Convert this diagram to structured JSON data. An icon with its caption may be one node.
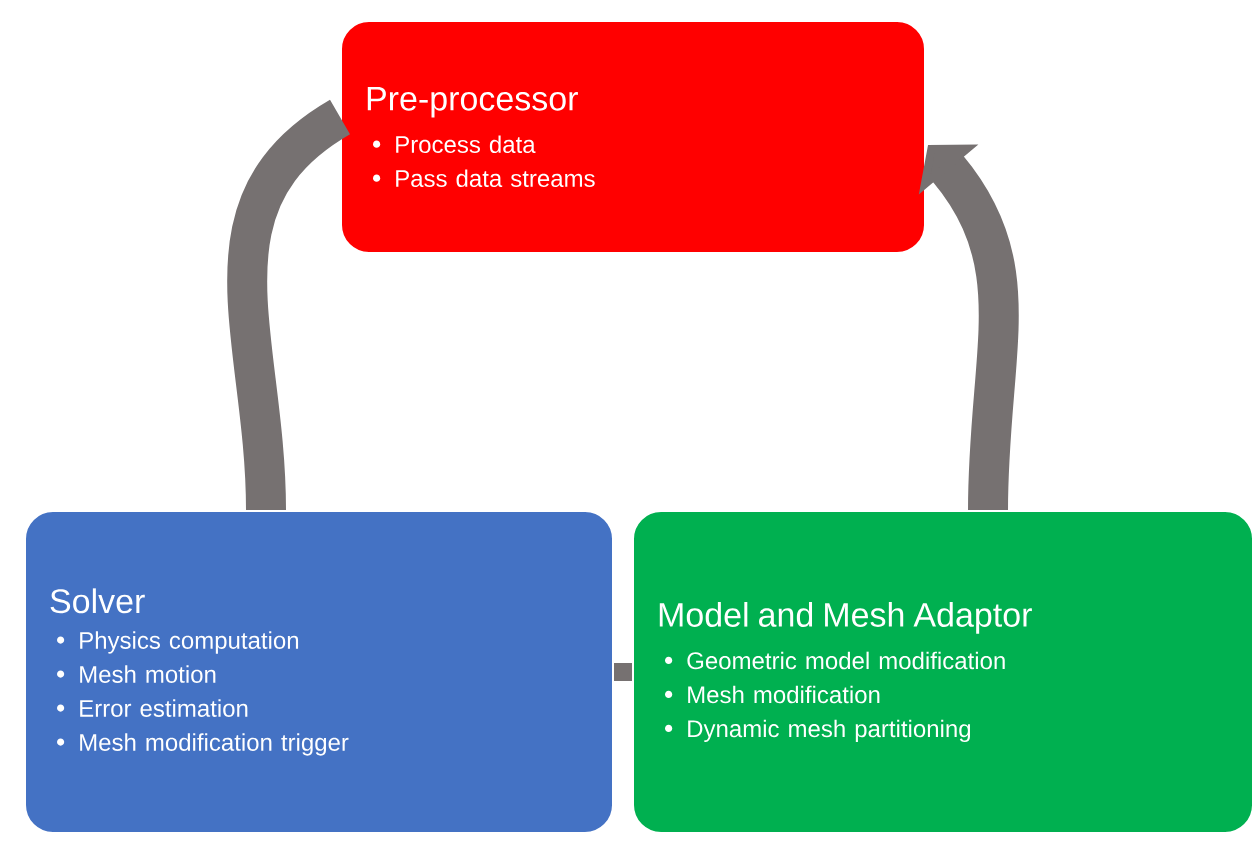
{
  "diagram": {
    "nodes": [
      {
        "text": [
          "Pre-processor",
          "Process data",
          "Pass data streams"
        ]
      },
      {
        "text": [
          "Solver",
          "Physics computation",
          "Mesh motion",
          "Error estimation",
          "Mesh modification trigger"
        ]
      },
      {
        "text": [
          "Model and Mesh Adaptor",
          "Geometric model modification",
          "Mesh modification",
          "Dynamic mesh partitioning"
        ]
      }
    ],
    "edges": [
      {
        "from": 0,
        "to": 1,
        "arrow": "none"
      },
      {
        "from": 1,
        "to": 2,
        "arrow": "none"
      },
      {
        "from": 2,
        "to": 0,
        "arrow": "to"
      }
    ]
  }
}
